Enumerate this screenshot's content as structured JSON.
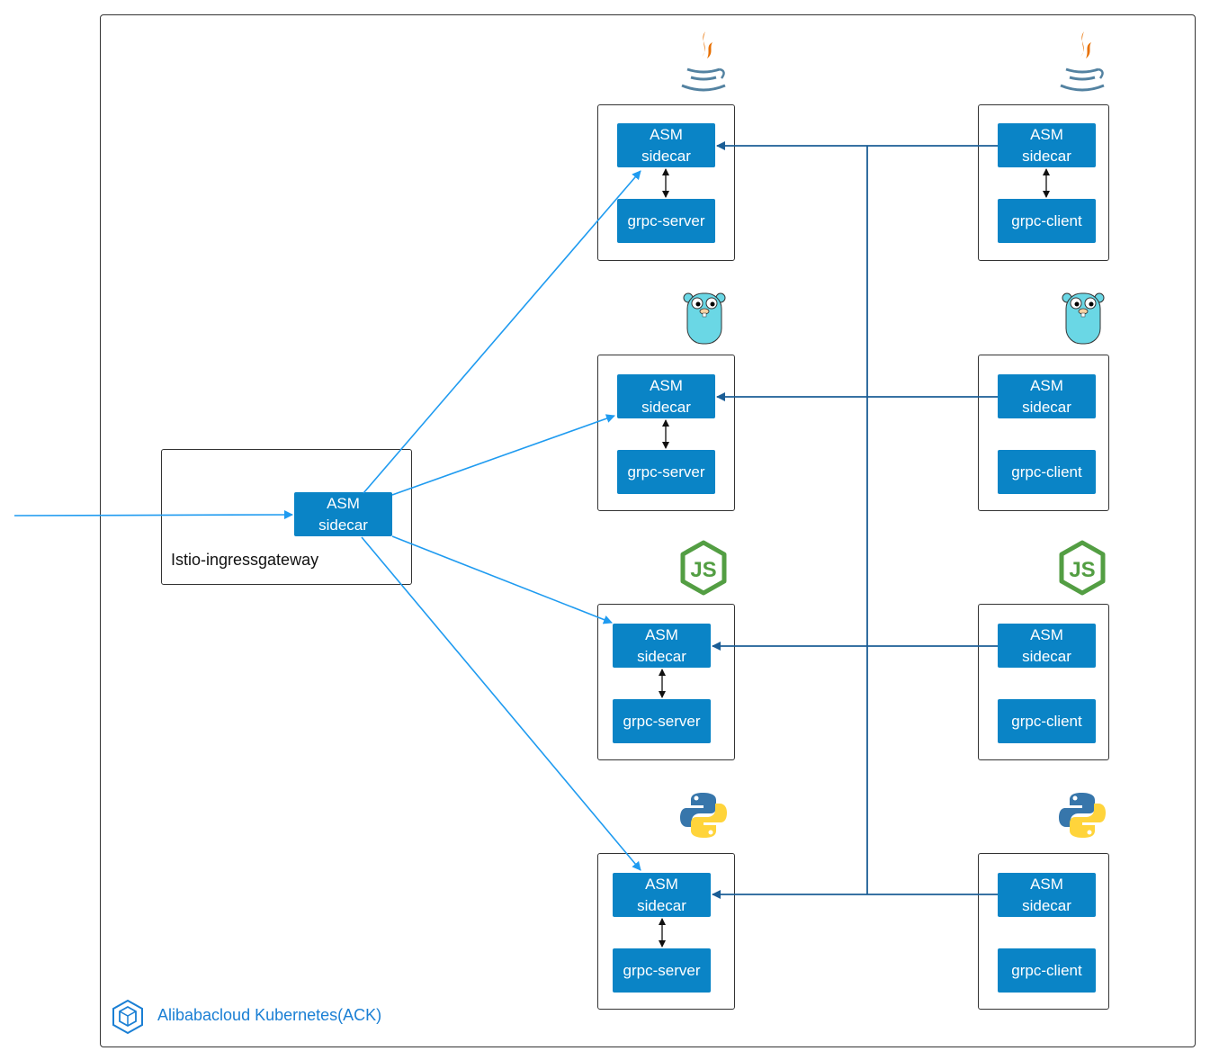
{
  "cluster": {
    "label": "Alibabacloud Kubernetes(ACK)",
    "icon": "kubernetes-cube-icon"
  },
  "gateway": {
    "label": "Istio-ingressgateway",
    "sidecar_line1": "ASM",
    "sidecar_line2": "sidecar"
  },
  "rows": [
    {
      "language_icon": "java-icon",
      "server": {
        "sidecar_line1": "ASM",
        "sidecar_line2": "sidecar",
        "app": "grpc-server"
      },
      "client": {
        "sidecar_line1": "ASM",
        "sidecar_line2": "sidecar",
        "app": "grpc-client"
      }
    },
    {
      "language_icon": "go-gopher-icon",
      "server": {
        "sidecar_line1": "ASM",
        "sidecar_line2": "sidecar",
        "app": "grpc-server"
      },
      "client": {
        "sidecar_line1": "ASM",
        "sidecar_line2": "sidecar",
        "app": "grpc-client"
      }
    },
    {
      "language_icon": "nodejs-icon",
      "server": {
        "sidecar_line1": "ASM",
        "sidecar_line2": "sidecar",
        "app": "grpc-server"
      },
      "client": {
        "sidecar_line1": "ASM",
        "sidecar_line2": "sidecar",
        "app": "grpc-client"
      }
    },
    {
      "language_icon": "python-icon",
      "server": {
        "sidecar_line1": "ASM",
        "sidecar_line2": "sidecar",
        "app": "grpc-server"
      },
      "client": {
        "sidecar_line1": "ASM",
        "sidecar_line2": "sidecar",
        "app": "grpc-client"
      }
    }
  ],
  "colors": {
    "box_blue": "#0a84c6",
    "ingress_arrow": "#1f9bf0",
    "mesh_arrow": "#1b5e96",
    "ack_label": "#1a7fd4"
  }
}
